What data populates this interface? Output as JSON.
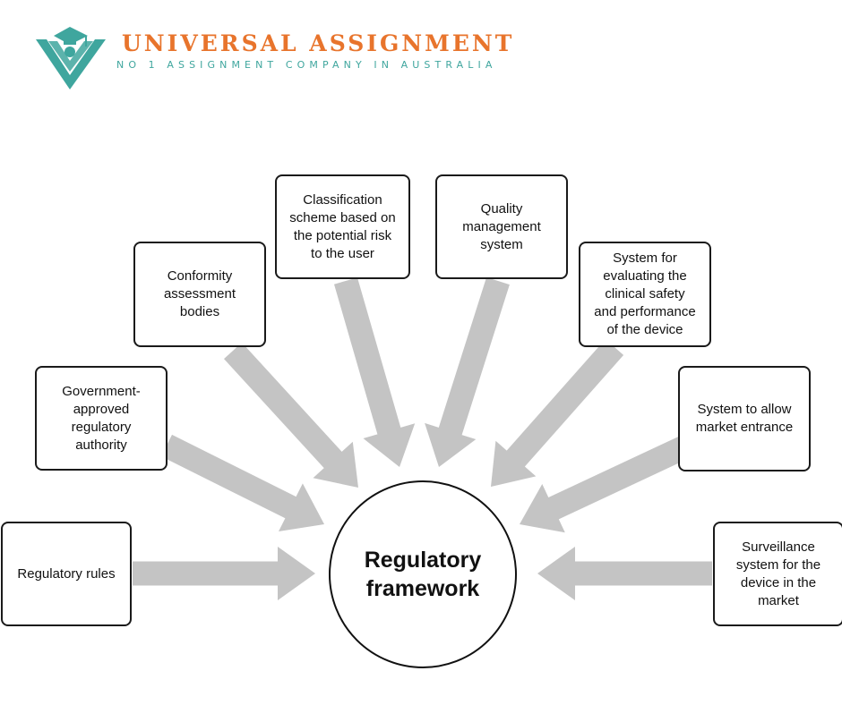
{
  "brand": {
    "name": "UNIVERSAL ASSIGNMENT",
    "tagline": "NO 1 ASSIGNMENT COMPANY IN AUSTRALIA",
    "colors": {
      "teal": "#3fa69e",
      "orange": "#e8742c"
    }
  },
  "diagram": {
    "center": "Regulatory\nframework",
    "arrow_color": "#c4c4c4",
    "nodes": [
      {
        "label": "Regulatory rules"
      },
      {
        "label": "Government-\napproved\nregulatory\nauthority"
      },
      {
        "label": "Conformity\nassessment\nbodies"
      },
      {
        "label": "Classification\nscheme based on\nthe potential risk\nto the user"
      },
      {
        "label": "Quality\nmanagement\nsystem"
      },
      {
        "label": "System for\nevaluating the\nclinical safety\nand performance\nof the device"
      },
      {
        "label": "System to allow\nmarket entrance"
      },
      {
        "label": "Surveillance\nsystem for the\ndevice in the\nmarket"
      }
    ]
  }
}
